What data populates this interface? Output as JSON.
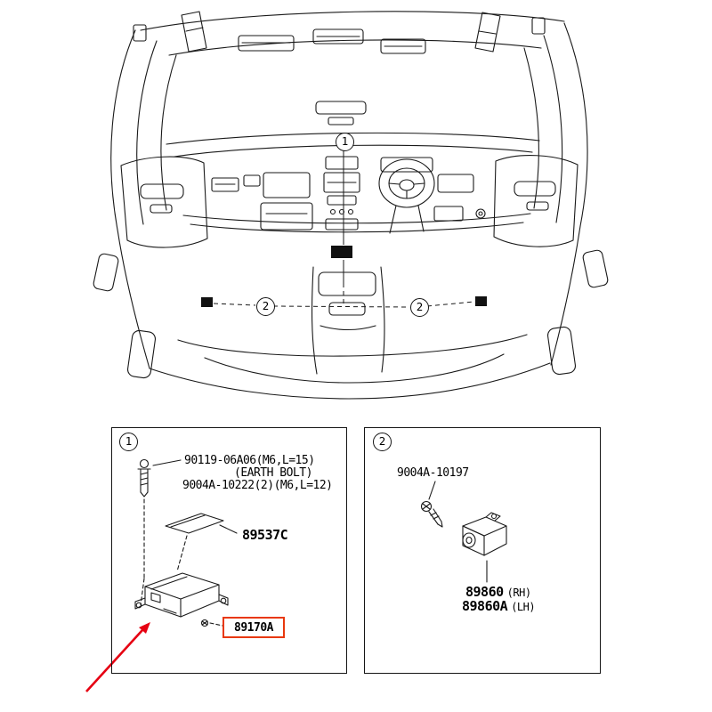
{
  "colors": {
    "line": "#1a1a1a",
    "highlight": "#e8380d",
    "arrow": "#e60012"
  },
  "main_diagram": {
    "callout_1": "1",
    "callout_2_left": "2",
    "callout_2_right": "2"
  },
  "detail_boxes": [
    {
      "callout": "1",
      "parts": {
        "earth_bolt_number": "90119-06A06(M6,L=15)",
        "earth_bolt_note": "(EARTH BOLT)",
        "screw_number": "9004A-10222(2)(M6,L=12)",
        "bracket_number": "89537C",
        "highlighted_part_number": "89170A"
      }
    },
    {
      "callout": "2",
      "parts": {
        "screw_number": "9004A-10197",
        "sensor_rh_number": "89860",
        "sensor_rh_note": "(RH)",
        "sensor_lh_number": "89860A",
        "sensor_lh_note": "(LH)"
      }
    }
  ]
}
